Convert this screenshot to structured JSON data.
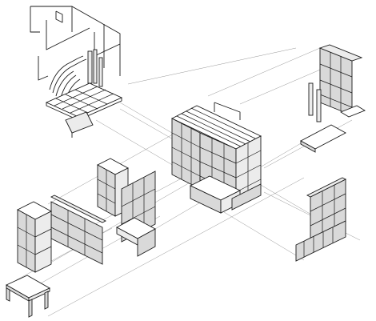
{
  "figure": {
    "style": "exploded axonometric line drawing",
    "colors": {
      "line": "#1a1a1a",
      "guide": "#8a8a8a",
      "panel_fill": "#d9d9d9",
      "background": "#ffffff"
    },
    "components": [
      "staircase-assembly",
      "central-module",
      "right-frame-and-bench",
      "right-wall-and-base",
      "left-tall-cabinet",
      "left-wall-panel",
      "left-small-cabinet",
      "left-bench",
      "left-table"
    ]
  }
}
